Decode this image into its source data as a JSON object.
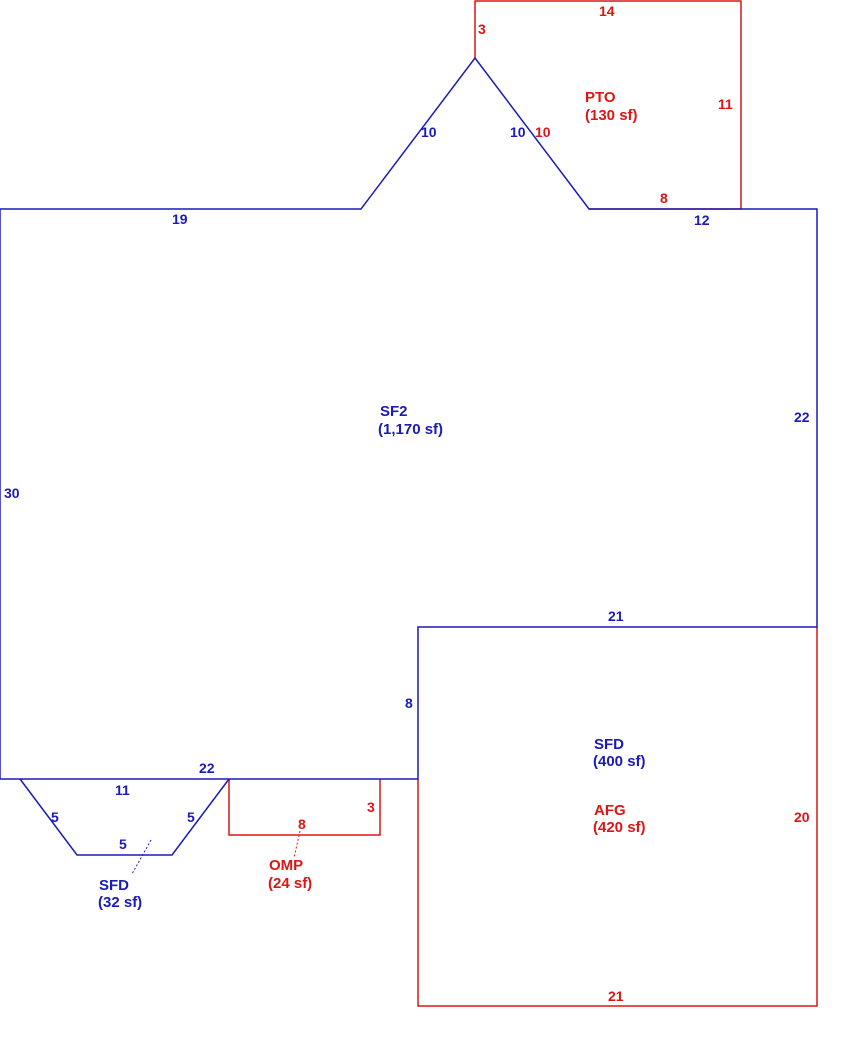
{
  "colors": {
    "blue": "#1b1bb8",
    "red": "#dd1515"
  },
  "areas": {
    "sf2": {
      "code": "SF2",
      "area": "(1,170 sf)"
    },
    "pto": {
      "code": "PTO",
      "area": "(130 sf)"
    },
    "sfd_garage": {
      "code": "SFD",
      "area": "(400 sf)"
    },
    "afg": {
      "code": "AFG",
      "area": "(420 sf)"
    },
    "omp": {
      "code": "OMP",
      "area": "(24 sf)"
    },
    "sfd_bay": {
      "code": "SFD",
      "area": "(32 sf)"
    }
  },
  "dimensions": {
    "sf2_left": "30",
    "sf2_top_left": "19",
    "sf2_gable_left": "10",
    "sf2_gable_right": "10",
    "sf2_top_right": "12",
    "sf2_right": "22",
    "sf2_step_top": "21",
    "sf2_step_side": "8",
    "sf2_bottom": "22",
    "pto_top": "14",
    "pto_left": "3",
    "pto_right": "11",
    "pto_diag": "10",
    "pto_bottom": "8",
    "afg_right": "20",
    "afg_bottom": "21",
    "omp_right": "3",
    "omp_bottom": "8",
    "bay_top": "11",
    "bay_left": "5",
    "bay_right": "5",
    "bay_bottom": "5"
  }
}
